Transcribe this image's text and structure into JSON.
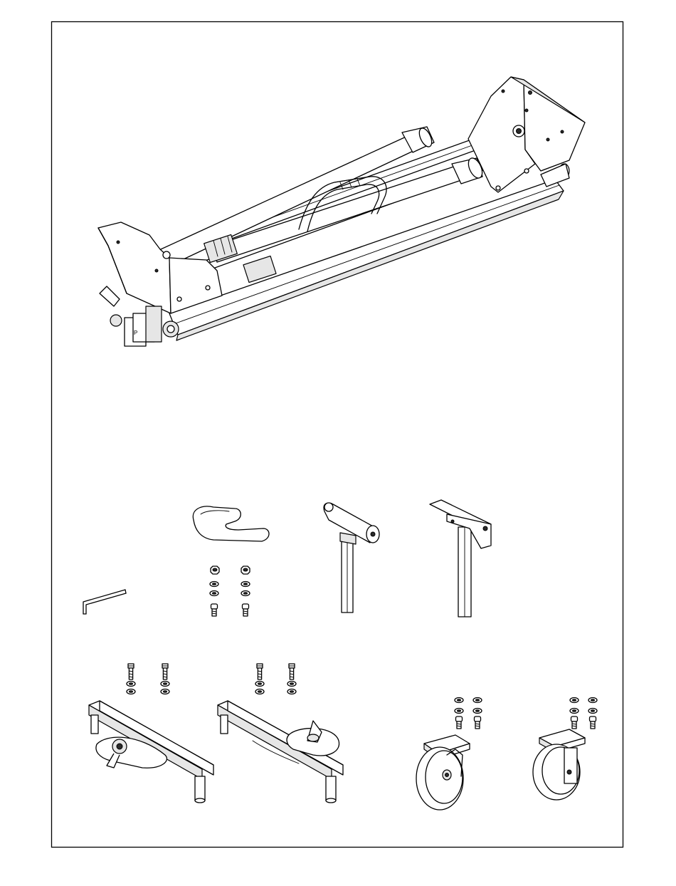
{
  "sheet": {
    "type": "parts-illustration",
    "frame_color": "#000000",
    "background": "#ffffff"
  },
  "parts": [
    {
      "name": "folding-stand-frame",
      "count": 1
    },
    {
      "name": "hex-key",
      "count": 1
    },
    {
      "name": "carry-handle",
      "count": 1
    },
    {
      "name": "handle-hex-nut",
      "count": 2
    },
    {
      "name": "handle-washer",
      "count": 4
    },
    {
      "name": "handle-bolt",
      "count": 2
    },
    {
      "name": "roller-support",
      "count": 1
    },
    {
      "name": "stop-support",
      "count": 1
    },
    {
      "name": "mounting-bracket-left",
      "count": 1
    },
    {
      "name": "mounting-bracket-right",
      "count": 1
    },
    {
      "name": "bracket-bolt",
      "count": 4
    },
    {
      "name": "bracket-washer",
      "count": 8
    },
    {
      "name": "swivel-caster-wheel",
      "count": 1
    },
    {
      "name": "fixed-caster-wheel",
      "count": 1
    },
    {
      "name": "caster-washer",
      "count": 8
    },
    {
      "name": "caster-bolt",
      "count": 4
    }
  ],
  "labels": {
    "frame_marker": "P"
  }
}
